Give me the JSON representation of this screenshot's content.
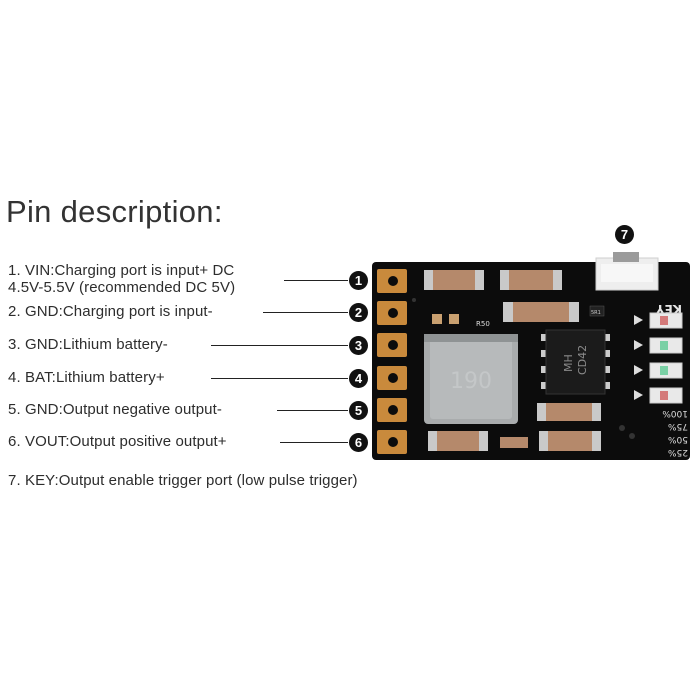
{
  "title": "Pin description:",
  "pins": [
    {
      "badge": "1",
      "line1": "1. VIN:Charging port is input+ DC",
      "line2": "4.5V-5.5V (recommended DC 5V)"
    },
    {
      "badge": "2",
      "line1": "2. GND:Charging port is input-"
    },
    {
      "badge": "3",
      "line1": "3. GND:Lithium battery-"
    },
    {
      "badge": "4",
      "line1": "4. BAT:Lithium battery+"
    },
    {
      "badge": "5",
      "line1": "5. GND:Output negative output-"
    },
    {
      "badge": "6",
      "line1": "6. VOUT:Output positive output+"
    },
    {
      "badge": "7",
      "line1": "7. KEY:Output enable trigger port (low pulse trigger)"
    }
  ],
  "board": {
    "inductor_label": "190",
    "chip_label_1": "MH",
    "chip_label_2": "CD42",
    "key_label": "KEY",
    "resistor_label": "R50",
    "small_resistor_label": "5R1",
    "percent_labels": [
      "100%",
      "75%",
      "50%",
      "25%"
    ]
  },
  "colors": {
    "pcb": "#0c0c0c",
    "pad": "#c98a3c",
    "capacitor": "#b5896b",
    "inductor": "#a9acad",
    "badge": "#111111"
  }
}
